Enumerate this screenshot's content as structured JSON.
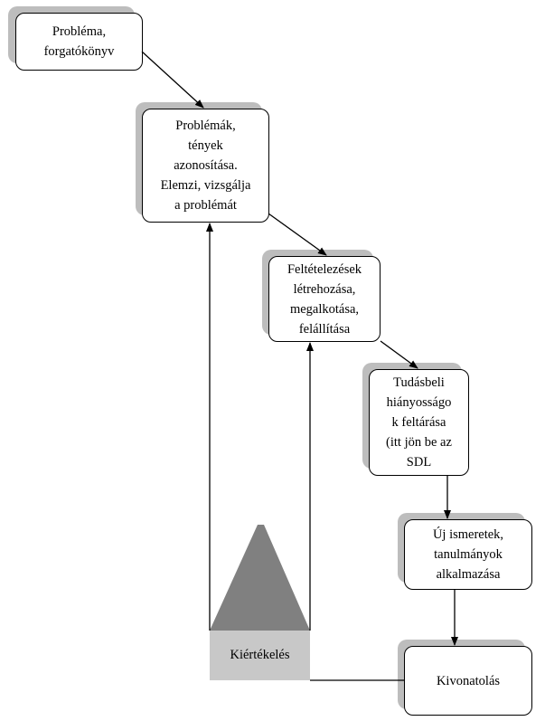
{
  "diagram": {
    "nodes": [
      {
        "id": "problem",
        "label": "Probléma,\nforgatókönyv"
      },
      {
        "id": "identify",
        "label": "Problémák,\ntények\nazonosítása.\nElemzi, vizsgálja\na problémát"
      },
      {
        "id": "hypothesis",
        "label": "Feltételezések\nlétrehozása,\nmegalkotása,\nfelállítása"
      },
      {
        "id": "gaps",
        "label": "Tudásbeli\nhiányosságo\nk feltárása\n(itt jön be az\nSDL"
      },
      {
        "id": "apply",
        "label": "Új ismeretek,\ntanulmányok\nalkalmazása"
      },
      {
        "id": "summary",
        "label": "Kivonatolás"
      }
    ],
    "evaluation": {
      "label": "Kiértékelés"
    },
    "colors": {
      "shadow": "#bdbdbd",
      "pyramid": "#808080",
      "base": "#c8c8c8"
    }
  }
}
